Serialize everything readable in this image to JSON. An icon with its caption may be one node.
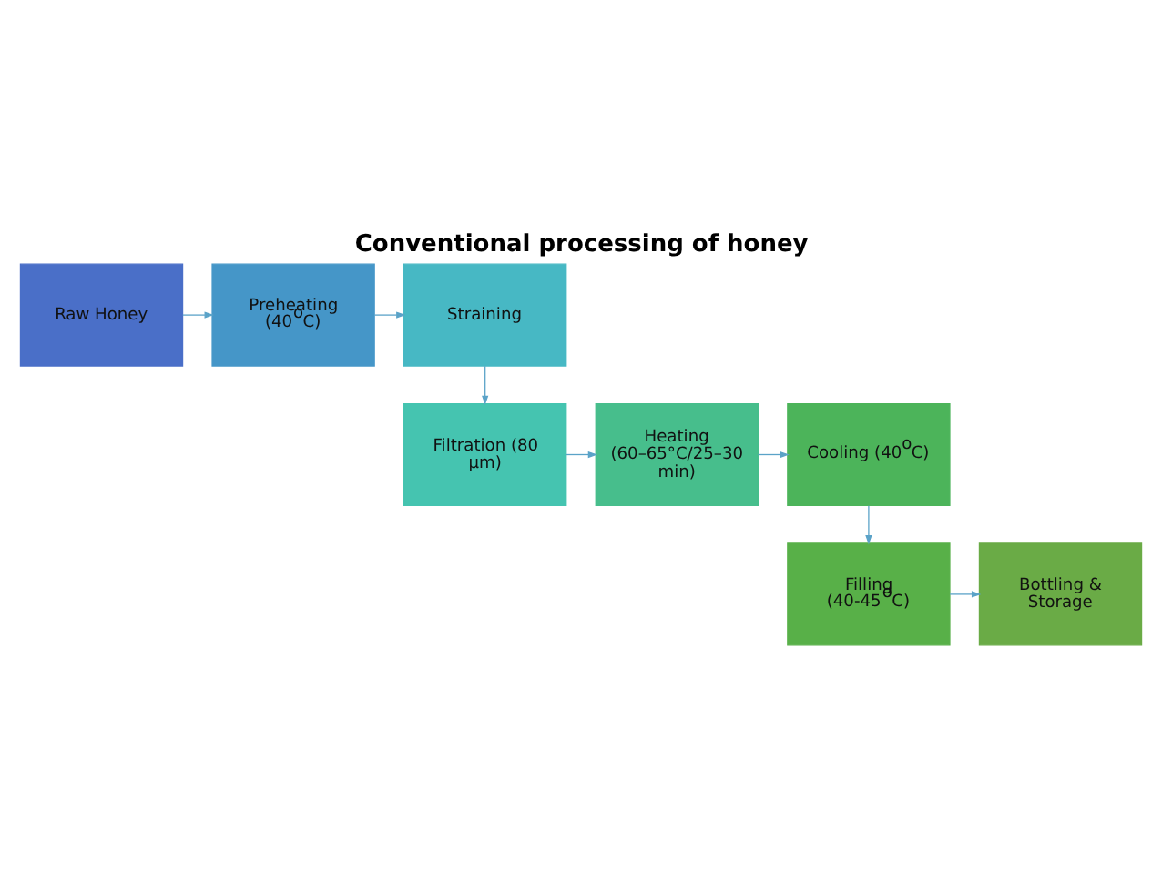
{
  "diagram": {
    "title": "Conventional processing of honey",
    "nodes": [
      {
        "text": [
          "Raw Honey"
        ]
      },
      {
        "text": [
          "Preheating (40$^{o}$C)"
        ]
      },
      {
        "text": [
          "Straining"
        ]
      },
      {
        "text": [
          "Filtration (80 µm)"
        ]
      },
      {
        "text": [
          "Heating (60–65°C/25–30 min)"
        ]
      },
      {
        "text": [
          "Cooling (40$^{o}$C)"
        ]
      },
      {
        "text": [
          "Filling (40-45$^{o}$C)"
        ]
      },
      {
        "text": [
          "Bottling & Storage"
        ]
      }
    ],
    "edges": [
      {
        "from": 0,
        "to": 1,
        "arrow": "to"
      },
      {
        "from": 1,
        "to": 2,
        "arrow": "to"
      },
      {
        "from": 2,
        "to": 3,
        "arrow": "to"
      },
      {
        "from": 3,
        "to": 4,
        "arrow": "to"
      },
      {
        "from": 4,
        "to": 5,
        "arrow": "to"
      },
      {
        "from": 5,
        "to": 6,
        "arrow": "to"
      },
      {
        "from": 6,
        "to": 7,
        "arrow": "to"
      }
    ]
  }
}
